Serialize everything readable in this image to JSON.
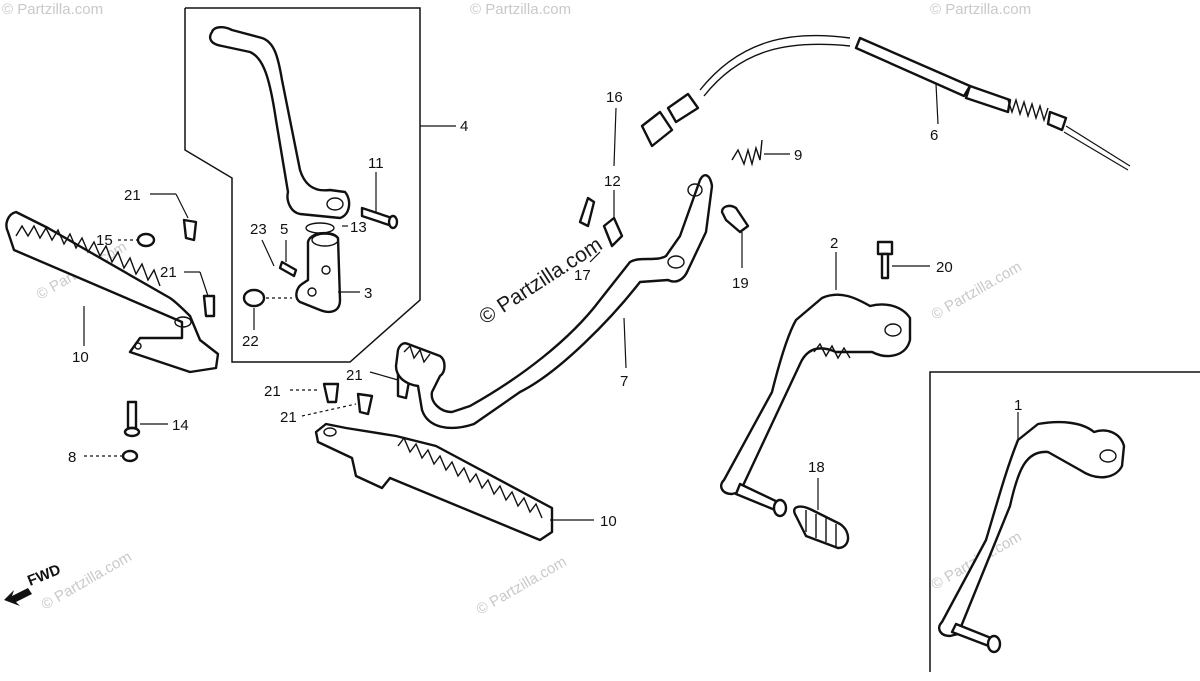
{
  "watermark": {
    "text": "© Partzilla.com",
    "center_text": "© Partzilla.com"
  },
  "fwd_label": "FWD",
  "callouts": {
    "c1": "1",
    "c2": "2",
    "c3": "3",
    "c4": "4",
    "c5": "5",
    "c6": "6",
    "c7": "7",
    "c8": "8",
    "c9": "9",
    "c10a": "10",
    "c10b": "10",
    "c11": "11",
    "c12": "12",
    "c13": "13",
    "c14": "14",
    "c15": "15",
    "c16": "16",
    "c17": "17",
    "c18": "18",
    "c19": "19",
    "c20": "20",
    "c21a": "21",
    "c21b": "21",
    "c21c": "21",
    "c21d": "21",
    "c21e": "21",
    "c22": "22",
    "c23": "23"
  },
  "parts": {
    "p1": "kick-starter-arm-assembly",
    "p2": "kick-starter-arm",
    "p3": "kick-pivot",
    "p4": "gear-change-pedal-group",
    "p6": "rear-brake-cable",
    "p7": "brake-pedal",
    "p9": "return-spring",
    "p10": "footpeg",
    "p18": "kick-rubber"
  }
}
